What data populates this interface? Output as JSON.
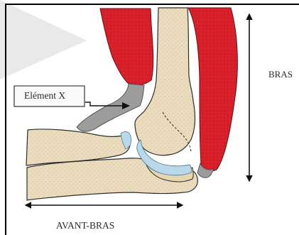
{
  "labels": {
    "element_x": "Elément X",
    "bras": "BRAS",
    "avant_bras": "AVANT-BRAS"
  },
  "colors": {
    "muscle": "#d71f2a",
    "bone": "#eadcbd",
    "cartilage": "#b9d8ea",
    "tendon": "#9c9c9c",
    "outline": "#2d2d2d",
    "watermark": "#e9e9e9"
  }
}
